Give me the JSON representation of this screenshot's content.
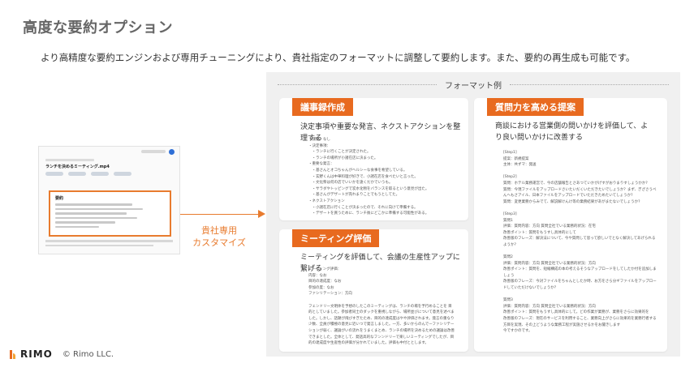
{
  "header": {
    "title": "高度な要約オプション",
    "subtitle": "より高精度な要約エンジンおよび専用チューニングにより、貴社指定のフォーマットに調整して要約します。また、要約の再生成も可能です。"
  },
  "left": {
    "mock_title": "ランチを決めるミーティング.mp4",
    "mock_card_heading": "要約",
    "custom_label": "貴社専用\nカスタマイズ"
  },
  "panel": {
    "label": "フォーマット例",
    "cards": [
      {
        "tag": "議事録作成",
        "desc": "決定事項や重要な発言、ネクストアクションを整理する",
        "body": "・課題：なし\n・決定事項：\n　・ランチに行くことが決定された。\n　・ランチの場所が小諸在店に決まった。\n・重要な発言：\n　・基さんとオコちゃんがヘルシーな食事を希望している。\n　・玄野くんは中華料理が好きで、小諸在店を食べたいと言った。\n　・文化祭は何の店でいいかを遠くだかでいうも。\n　・サラダやトッピングで炭水化物をバランスを取るという意見が出た。\n　・基さんがデザートが売れまりことでもうとしてた。\n・ネクストアクション\n　・小諸在店に行くことが決まったので、それに向けて準備する。\n　・デザートを買うために、ランチ後にどこかに準備する可能性がある。"
      },
      {
        "tag": "ミーティング評価",
        "desc": "ミーティングを評価して、会議の生産性アップに繋げる",
        "body": "ミーティング評価：\n内容：なお\n目的の達成度：なお\n参加の度：なお\nファシリテーション：方向\n\nフェンドリー文明体を予想のしたこのミーティングは、ランチの場を予行めることを 目的としていました。参加者同士のダックを重視しながら、場所並びについて意見を述べました。しかし、話題が飛びすぎたため、目的の達成度はやや評価されます。発言の重なり少数、全員が積極の意見に近いつで発言しました。一方、多いからのんでーファシリテーションが弱く、議論がいの流れをうまくまとめ、ランチの場所を決めるための議論は改善できまとした。全体として、発話高的なフンンドリーで楽しいミーティングでしたが、目的の達成度や生産性の評価が分かれていました。評価も中付ととします。"
      },
      {
        "tag": "質問力を高める提案",
        "desc": "商談における営業側の問いかけを評価して、より良い問いかけに改善する",
        "body": "[Step1]\n提案：新規提案\n主体：共ずマ：発送\n\n[Step2]\n質問：ホテル業務運営で、今の店舗報告とさあつていかがげすがおりまりすしょうかか?\n質問：今現ファイルをアップロードさいたいだくいただきたいでしょうか？まず、ぎざさうべんへもさアイル、日本ファイルをアップロードでいただきためたいてしょうか?\n質問：変更業務からみでて、解説解けんけ等の業務結果があがまたないでしょうか?\n\n[Step3]\n質問1\n評価：質問内容：方向 質問全社でいる業務的状況：在宅\n改善ポイント：質問をもうすし具体的にして\n改善版のフレーズ：解決法について、今や質問して思って欲しいでとなく解決してあげられるようか?\n\n質問2\n評価：質問内容：方向 質問全社でいる業務的状況：方向\n改善ポイント：質問を、短縮構成の本の考えるそうなアップロードをしてしたか付を追加しましょう\n改善版のフレーズ：今対ファイルをちゃんとしたか時、お方をさら分ギファイルをアップロードしていただけないでしょうか？\n\n質問3\n評価：質問内容：方向 質問全社でいる業務的状況：方向\n改善ポイント：質問をもうすし具体的にして。どの作業が業務が、業務をさらに効果的を\n改善版のフレーズ：現在のサービスを利用すること、業務向上がさらに効果的を業務行者する方目を実現、その上どうような業務工程が実施させるかをお聞きします\n今ですかのです。"
      }
    ]
  },
  "footer": {
    "logo": "RIMO",
    "copyright": "© Rimo LLC."
  }
}
